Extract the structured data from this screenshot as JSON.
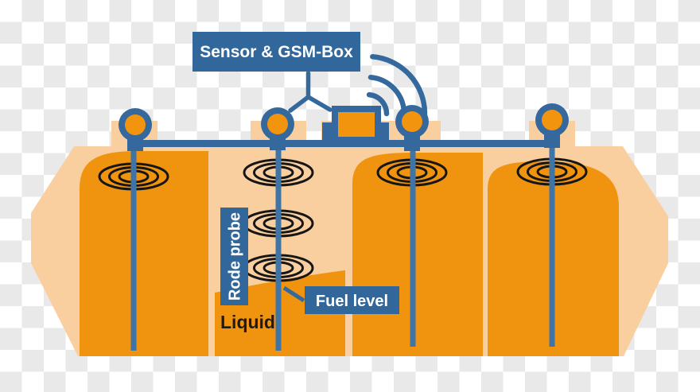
{
  "diagram": {
    "title": "Fuel tank level monitoring diagram",
    "labels": {
      "sensor_gsm_box": "Sensor & GSM-Box",
      "rode_probe": "Rode probe",
      "fuel_level": "Fuel level",
      "liquid": "Liquid"
    },
    "colors": {
      "label_blue": "#31679B",
      "pipe_blue": "#35699E",
      "probe_blue": "#3E74A6",
      "tank_light_orange": "#FACFA0",
      "liquid_orange": "#F0930F",
      "sensor_orange": "#F2940E",
      "ripple_black": "#161616",
      "checker_gray": "#E9E9E9",
      "checker_white": "#FFFFFF",
      "label_text_color": "#FFFFFF",
      "liquid_text_color": "#1B1B1B"
    },
    "icons": {
      "sensor_head": "sensor-head-icon",
      "wifi": "wifi-signal-icon",
      "antenna": "antenna-icon",
      "ripple": "ripple-icon",
      "gsm_box": "gsm-box-icon"
    },
    "counts": {
      "sensors": 4,
      "tanks": 4,
      "ripple_sets": 6,
      "wifi_arcs": 3
    }
  }
}
